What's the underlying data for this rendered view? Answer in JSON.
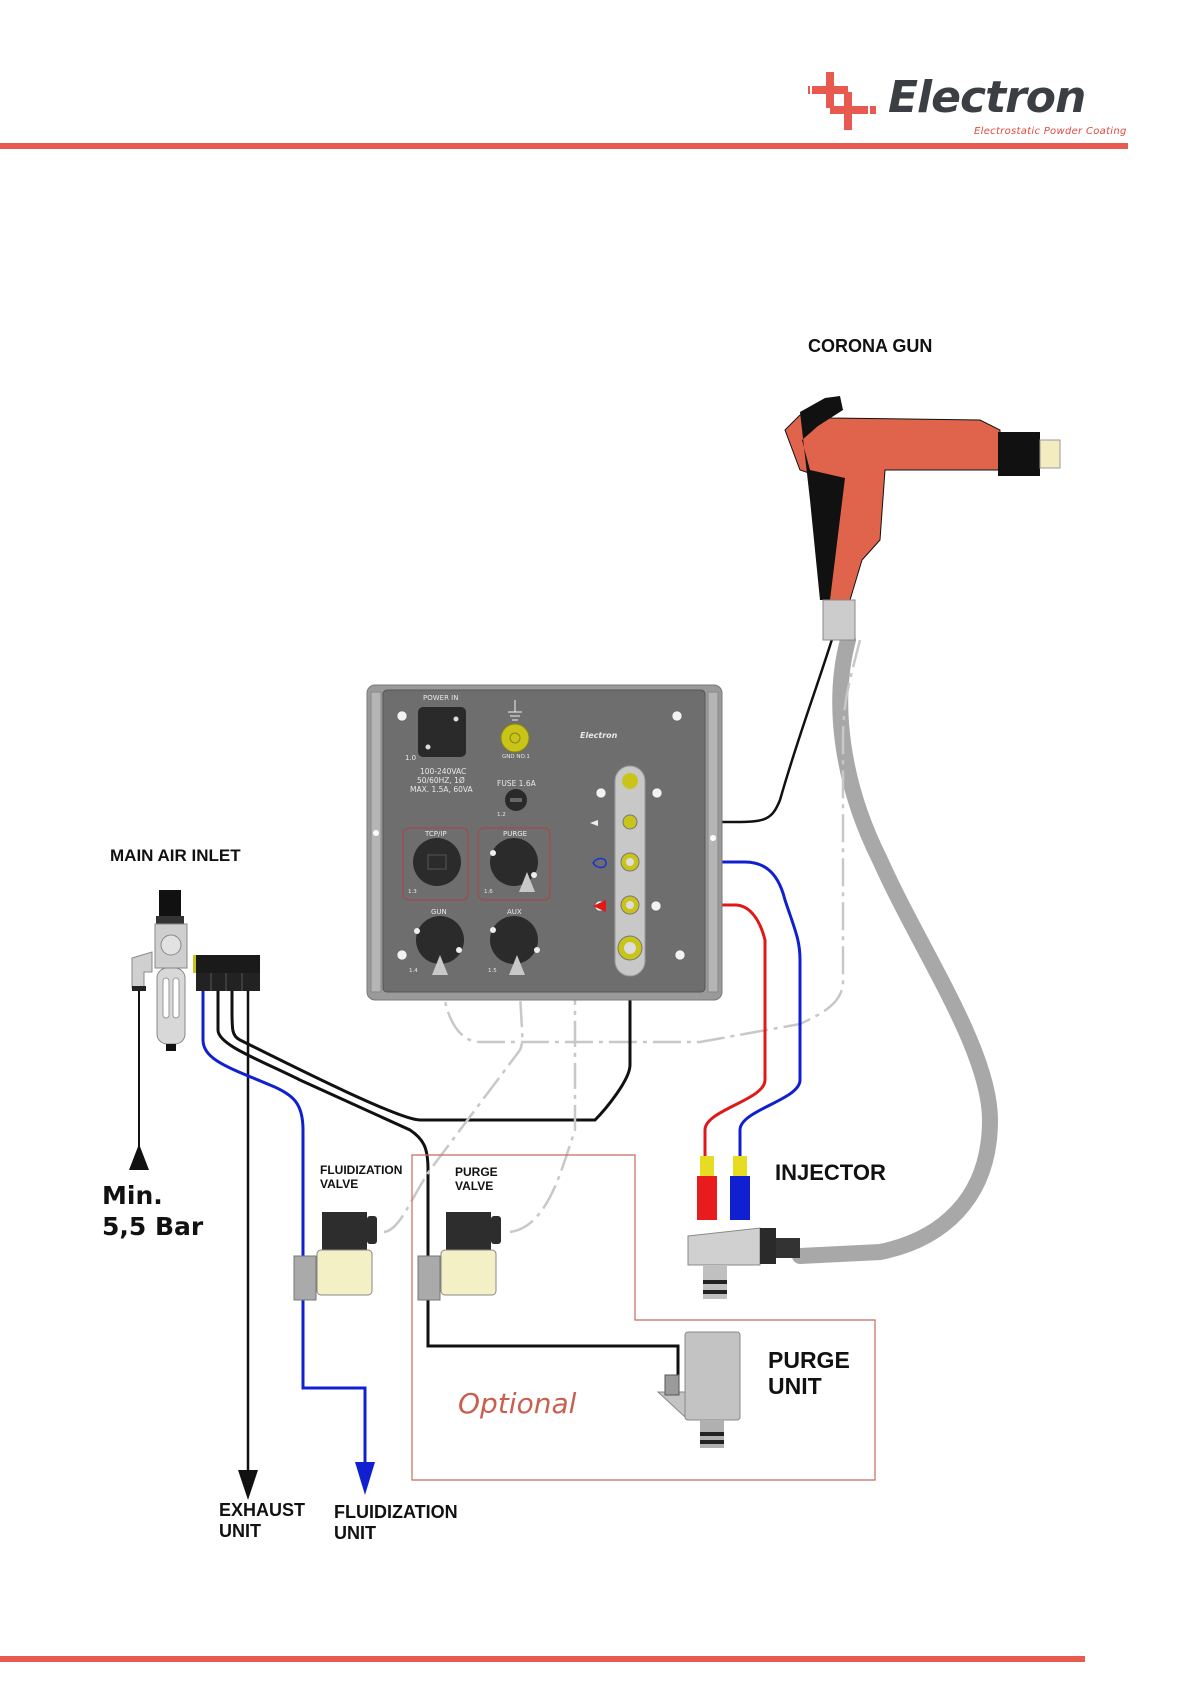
{
  "header": {
    "brand_name": "Electron",
    "brand_tagline": "Electrostatic Powder Coating",
    "accent_color": "#e85a4f"
  },
  "labels": {
    "corona_gun": "CORONA GUN",
    "main_air_inlet": "MAIN AIR INLET",
    "min_pressure": "Min.\n5,5 Bar",
    "fluidization_valve": "FLUIDIZATION\nVALVE",
    "purge_valve": "PURGE\nVALVE",
    "injector": "INJECTOR",
    "purge_unit": "PURGE\nUNIT",
    "optional": "Optional",
    "exhaust_unit": "EXHAUST\nUNIT",
    "fluidization_unit": "FLUIDIZATION\nUNIT"
  },
  "panel": {
    "brand": "Electron",
    "power_in": "POWER IN",
    "power_spec_1": "100-240VAC",
    "power_spec_2": "50/60HZ, 1Ø",
    "power_spec_3": "MAX. 1.5A, 60VA",
    "power_id": "1.0",
    "gnd_label": "GND NO.1",
    "fuse_label": "FUSE 1.6A",
    "fuse_id": "1.2",
    "tcpip_label": "TCP/IP",
    "tcpip_id": "1.3",
    "purge_label": "PURGE",
    "purge_id": "1.6",
    "gun_label": "GUN",
    "gun_id": "1.4",
    "aux_label": "AUX",
    "aux_id": "1.5"
  },
  "hose_colors": {
    "air_supply": "#111111",
    "fluidization": "#1020d0",
    "conveying_red": "#e01818",
    "dosing_blue": "#1020d0",
    "powder_hose": "#a8a8a8",
    "cable": "#c8c8c8"
  }
}
